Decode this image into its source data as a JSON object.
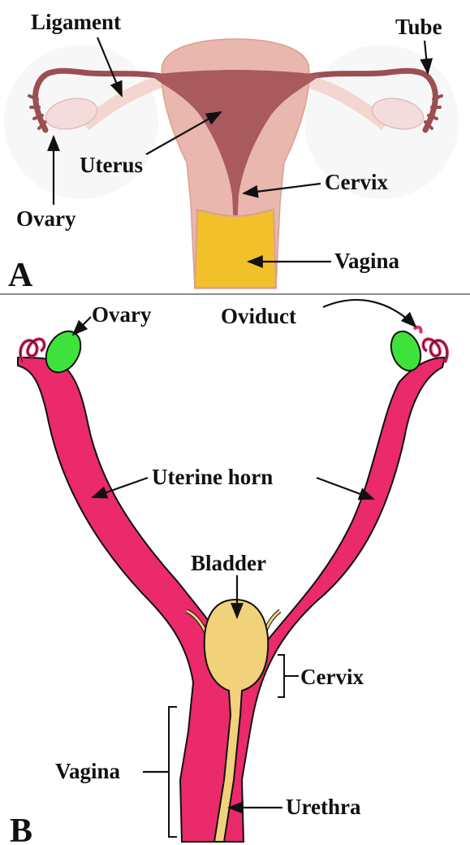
{
  "panel_a": {
    "panel_letter": "A",
    "labels": {
      "ligament": "Ligament",
      "tube": "Tube",
      "uterus": "Uterus",
      "cervix": "Cervix",
      "ovary": "Ovary",
      "vagina": "Vagina"
    }
  },
  "panel_b": {
    "panel_letter": "B",
    "labels": {
      "ovary": "Ovary",
      "oviduct": "Oviduct",
      "uterine_horn": "Uterine horn",
      "bladder": "Bladder",
      "cervix": "Cervix",
      "vagina": "Vagina",
      "urethra": "Urethra"
    }
  },
  "colors": {
    "human_uterus_outer": "#e9b7ad",
    "human_uterus_inner": "#a85a5f",
    "human_tube": "#9b4f52",
    "human_ovary": "#f4dcdc",
    "human_vagina": "#f1c02b",
    "mouse_tract": "#ea2a6b",
    "mouse_ovary": "#3fe23a",
    "bladder": "#f1d27a",
    "divider": "#666666"
  }
}
